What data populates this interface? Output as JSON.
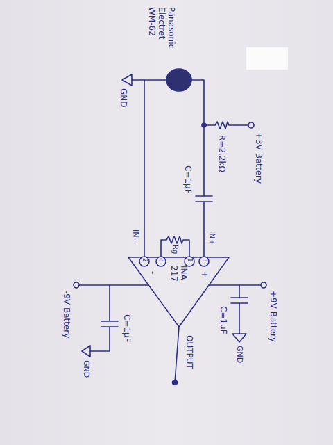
{
  "diagram": {
    "nodes": [
      {
        "text": [
          "INA 217"
        ]
      }
    ],
    "labels": [
      "Panasonic Electret WM-62",
      "GND",
      "+3V Battery",
      "R=2.2kΩ",
      "C=1µF",
      "IN-",
      "Rg",
      "2",
      "8",
      "1",
      "3",
      "IN+",
      "-",
      "+",
      "+9V Battery",
      "C=1µF",
      "GND",
      "-9V Battery",
      "C=1µF",
      "GND",
      "OUTPUT"
    ]
  }
}
